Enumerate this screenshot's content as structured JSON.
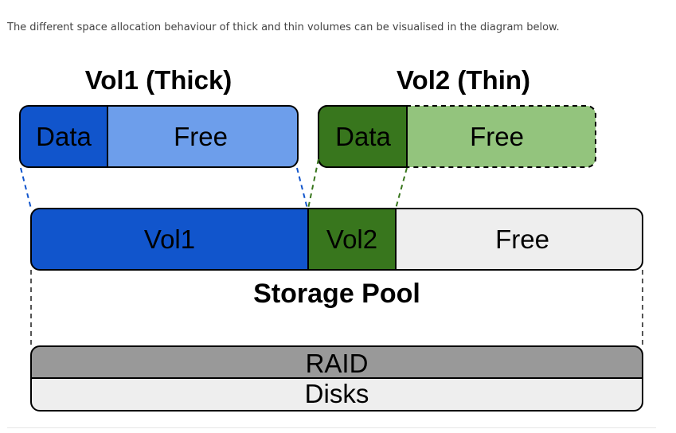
{
  "intro_text": "The different space allocation behaviour of thick and thin volumes can be visualised in the diagram below.",
  "diagram": {
    "vol1": {
      "title": "Vol1 (Thick)",
      "data_label": "Data",
      "free_label": "Free",
      "data_color": "#1155cc",
      "free_color": "#6d9eeb"
    },
    "vol2": {
      "title": "Vol2 (Thin)",
      "data_label": "Data",
      "free_label": "Free",
      "data_color": "#38761d",
      "free_color": "#93c47d"
    },
    "pool": {
      "vol1_label": "Vol1",
      "vol2_label": "Vol2",
      "free_label": "Free",
      "free_color": "#eeeeee",
      "title": "Storage Pool"
    },
    "raid": {
      "label": "RAID",
      "color": "#999999"
    },
    "disks": {
      "label": "Disks",
      "color": "#eeeeee"
    }
  }
}
